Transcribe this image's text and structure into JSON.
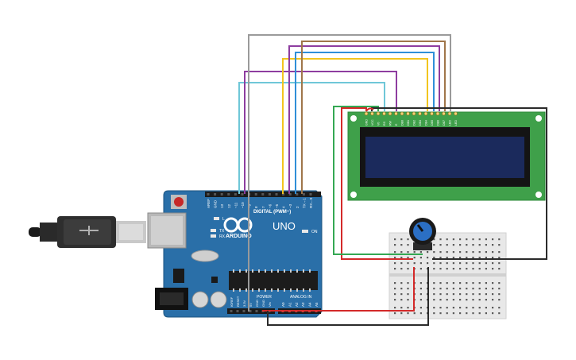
{
  "arduino": {
    "brand": "ARDUINO",
    "model": "UNO",
    "digital_header_label": "DIGITAL (PWM~)",
    "power_header_label": "POWER",
    "analog_header_label": "ANALOG IN",
    "on_led_label": "ON",
    "tx_label": "TX",
    "rx_label": "RX",
    "l_led_label": "L",
    "digital_pins": [
      "AREF",
      "GND",
      "13",
      "12",
      "~11",
      "~10",
      "~9",
      "8",
      "7",
      "~6",
      "~5",
      "4",
      "~3",
      "2",
      "TX→1",
      "RX←0"
    ],
    "power_pins": [
      "IOREF",
      "RESET",
      "3.3V",
      "5V",
      "GND",
      "GND",
      "Vin"
    ],
    "analog_pins": [
      "A0",
      "A1",
      "A2",
      "A3",
      "A4",
      "A5"
    ]
  },
  "lcd": {
    "pin_labels": [
      "GND",
      "VCC",
      "V0",
      "RS",
      "RW",
      "E",
      "DB0",
      "DB1",
      "DB2",
      "DB3",
      "DB4",
      "DB5",
      "DB6",
      "DB7",
      "LED",
      "LED"
    ]
  },
  "colors": {
    "board": "#2a6fa8",
    "lcd_pcb": "#3fa04a",
    "lcd_screen": "#1b2a5c",
    "breadboard": "#e8e8e8",
    "wire_gray": "#9a9a9a",
    "wire_brown": "#a0764a",
    "wire_purple": "#8e3da0",
    "wire_blue": "#2f8fd8",
    "wire_yellow": "#f2c51e",
    "wire_cyan": "#6fc7d8",
    "wire_red": "#d42a2a",
    "wire_green": "#34a853",
    "wire_black": "#2b2b2b"
  }
}
